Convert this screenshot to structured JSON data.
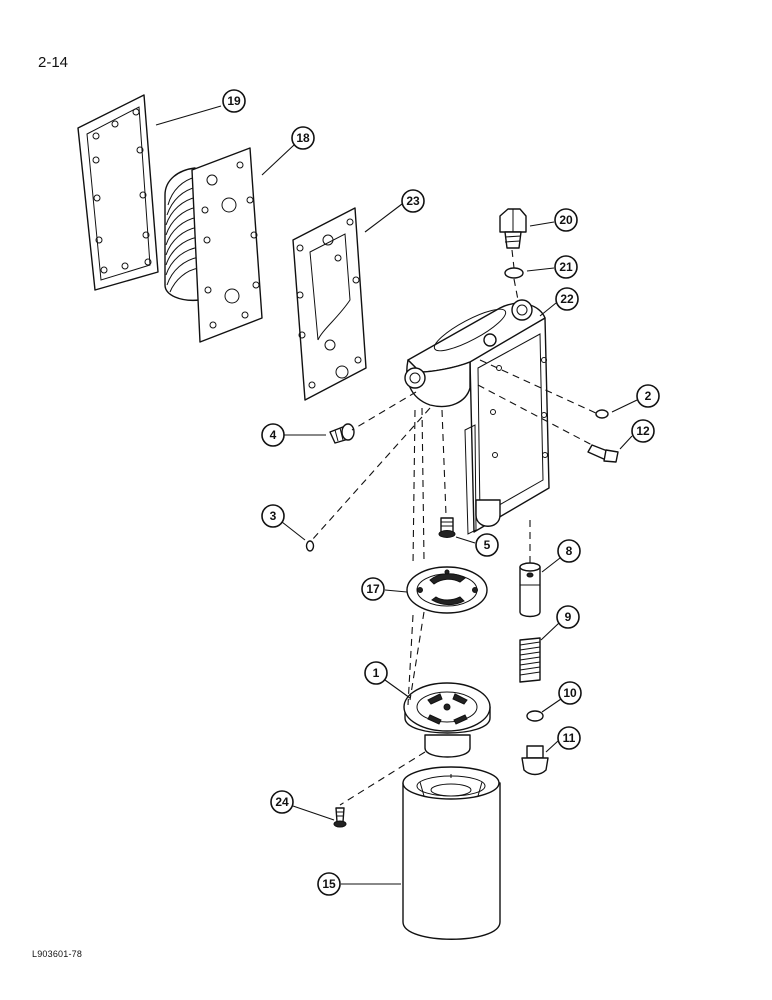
{
  "page": {
    "number": "2-14",
    "figure_id": "L903601-78"
  },
  "callouts": [
    {
      "number": "19",
      "name": "callout-19"
    },
    {
      "number": "18",
      "name": "callout-18"
    },
    {
      "number": "23",
      "name": "callout-23"
    },
    {
      "number": "20",
      "name": "callout-20"
    },
    {
      "number": "21",
      "name": "callout-21"
    },
    {
      "number": "22",
      "name": "callout-22"
    },
    {
      "number": "2",
      "name": "callout-2"
    },
    {
      "number": "12",
      "name": "callout-12"
    },
    {
      "number": "4",
      "name": "callout-4"
    },
    {
      "number": "3",
      "name": "callout-3"
    },
    {
      "number": "5",
      "name": "callout-5"
    },
    {
      "number": "8",
      "name": "callout-8"
    },
    {
      "number": "17",
      "name": "callout-17"
    },
    {
      "number": "9",
      "name": "callout-9"
    },
    {
      "number": "1",
      "name": "callout-1"
    },
    {
      "number": "10",
      "name": "callout-10"
    },
    {
      "number": "11",
      "name": "callout-11"
    },
    {
      "number": "24",
      "name": "callout-24"
    },
    {
      "number": "15",
      "name": "callout-15"
    }
  ]
}
